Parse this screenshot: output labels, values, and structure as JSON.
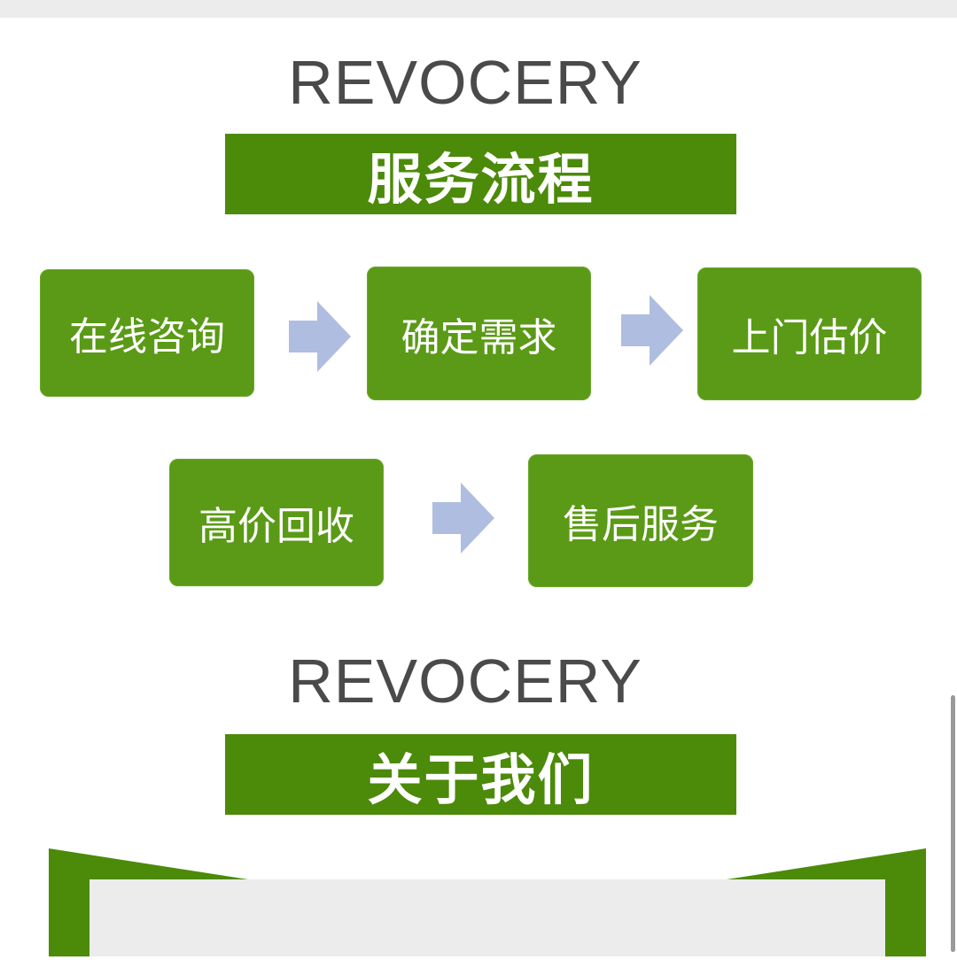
{
  "service_section": {
    "brand": "REVOCERY",
    "title": "服务流程",
    "steps": [
      "在线咨询",
      "确定需求",
      "上门估价",
      "高价回收",
      "售后服务"
    ]
  },
  "about_section": {
    "brand": "REVOCERY",
    "title": "关于我们"
  },
  "colors": {
    "banner_green": "#4c8a09",
    "step_green": "#5a9a16",
    "arrow_blue": "#afbde0",
    "brand_gray": "#4a4a4a"
  },
  "icons": [
    "arrow-right-icon"
  ]
}
